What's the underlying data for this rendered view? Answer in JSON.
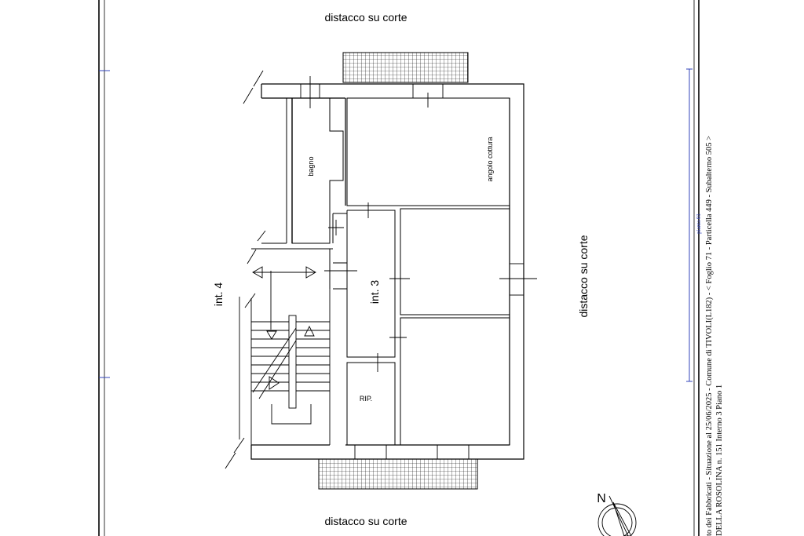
{
  "plan": {
    "labels": {
      "top_court": "distacco su corte",
      "bottom_court": "distacco su corte",
      "right_court": "distacco su corte",
      "unit_left": "int. 4",
      "unit_main": "int. 3",
      "room_bathroom": "bagno",
      "room_kitchen": "angolo cottura",
      "room_storage": "RIP."
    },
    "north_label": "N"
  },
  "title_block": {
    "line1": "to dei Fabbricati - Situazione al 25/06/2025 - Comune di TIVOLI(L182) - < Foglio 71 - Particella  449 - Subalterno 505 >",
    "line2": "DELLA ROSOLINA n. 151  Interno 3 Piano 1",
    "stamp": "pianta 01"
  },
  "colors": {
    "line": "#000000",
    "frame_blue": "#3344bb"
  }
}
